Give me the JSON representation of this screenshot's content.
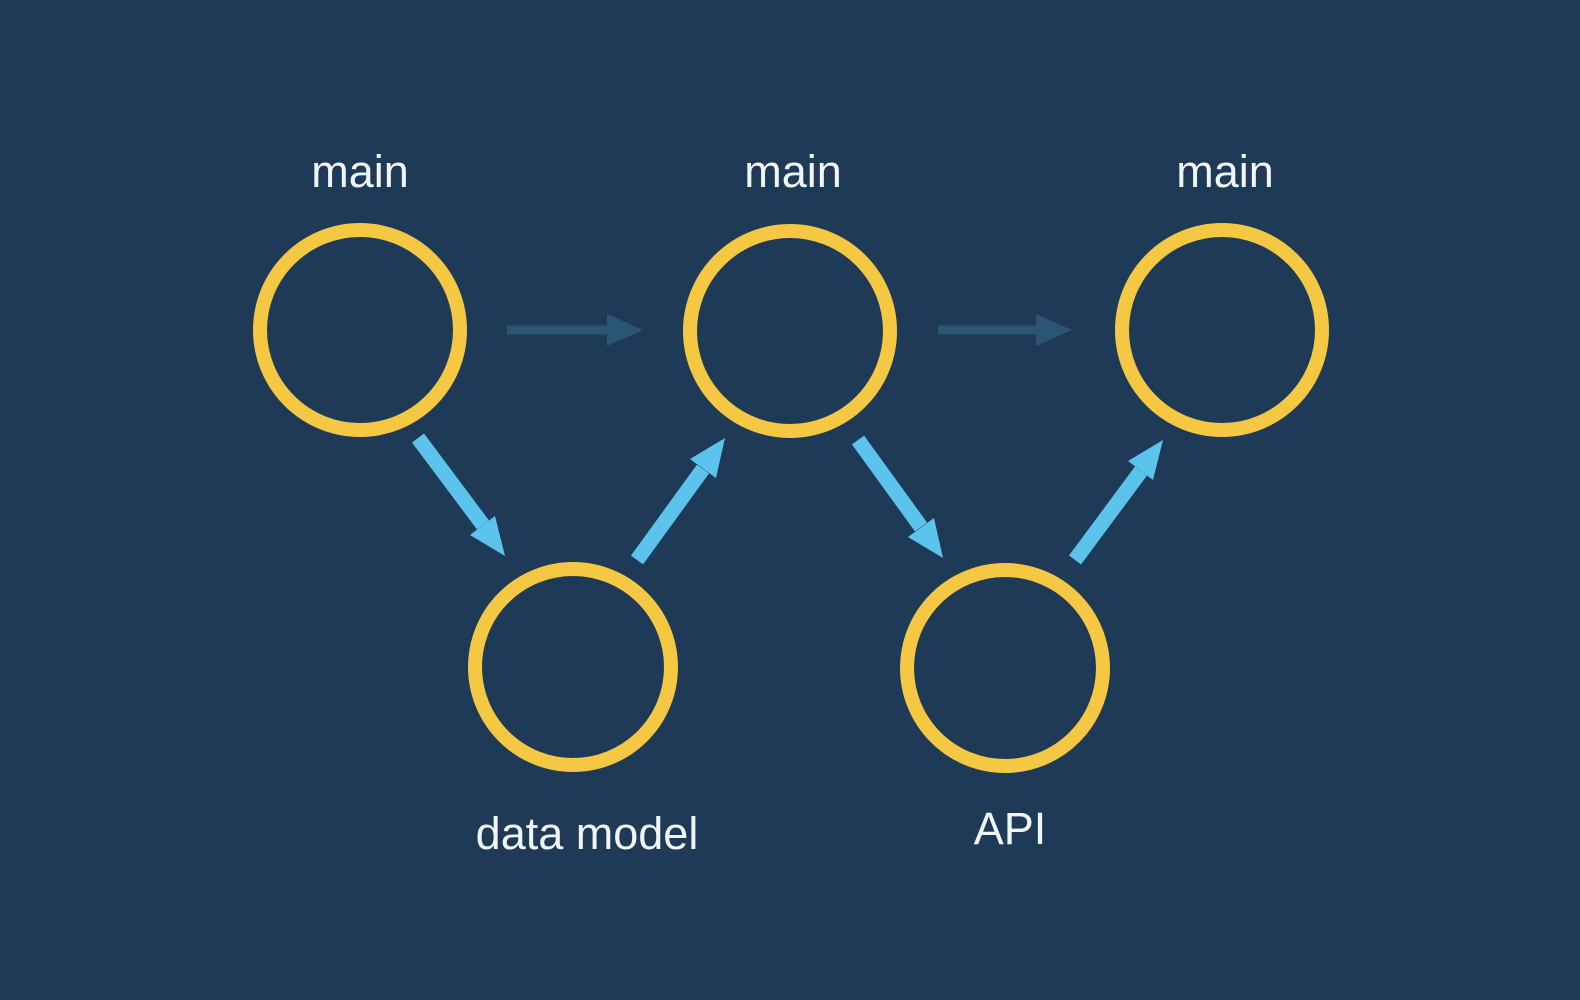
{
  "diagram": {
    "title": "git branching diagram",
    "colors": {
      "background": "#1E3A56",
      "node_ring": "#F5C843",
      "main_arrow": "#2A5573",
      "branch_arrow": "#5CC3EC",
      "label_text": "#F2F5F8"
    },
    "nodes": [
      {
        "id": "main-1",
        "label": "main",
        "row": "top",
        "label_position": "above"
      },
      {
        "id": "main-2",
        "label": "main",
        "row": "top",
        "label_position": "above"
      },
      {
        "id": "main-3",
        "label": "main",
        "row": "top",
        "label_position": "above"
      },
      {
        "id": "data-model",
        "label": "data model",
        "row": "bottom",
        "label_position": "below"
      },
      {
        "id": "api",
        "label": "API",
        "row": "bottom",
        "label_position": "below"
      }
    ],
    "edges": [
      {
        "from": "main-1",
        "to": "main-2",
        "type": "main-history"
      },
      {
        "from": "main-2",
        "to": "main-3",
        "type": "main-history"
      },
      {
        "from": "main-1",
        "to": "data-model",
        "type": "branch-out"
      },
      {
        "from": "data-model",
        "to": "main-2",
        "type": "merge-in"
      },
      {
        "from": "main-2",
        "to": "api",
        "type": "branch-out"
      },
      {
        "from": "api",
        "to": "main-3",
        "type": "merge-in"
      }
    ]
  }
}
